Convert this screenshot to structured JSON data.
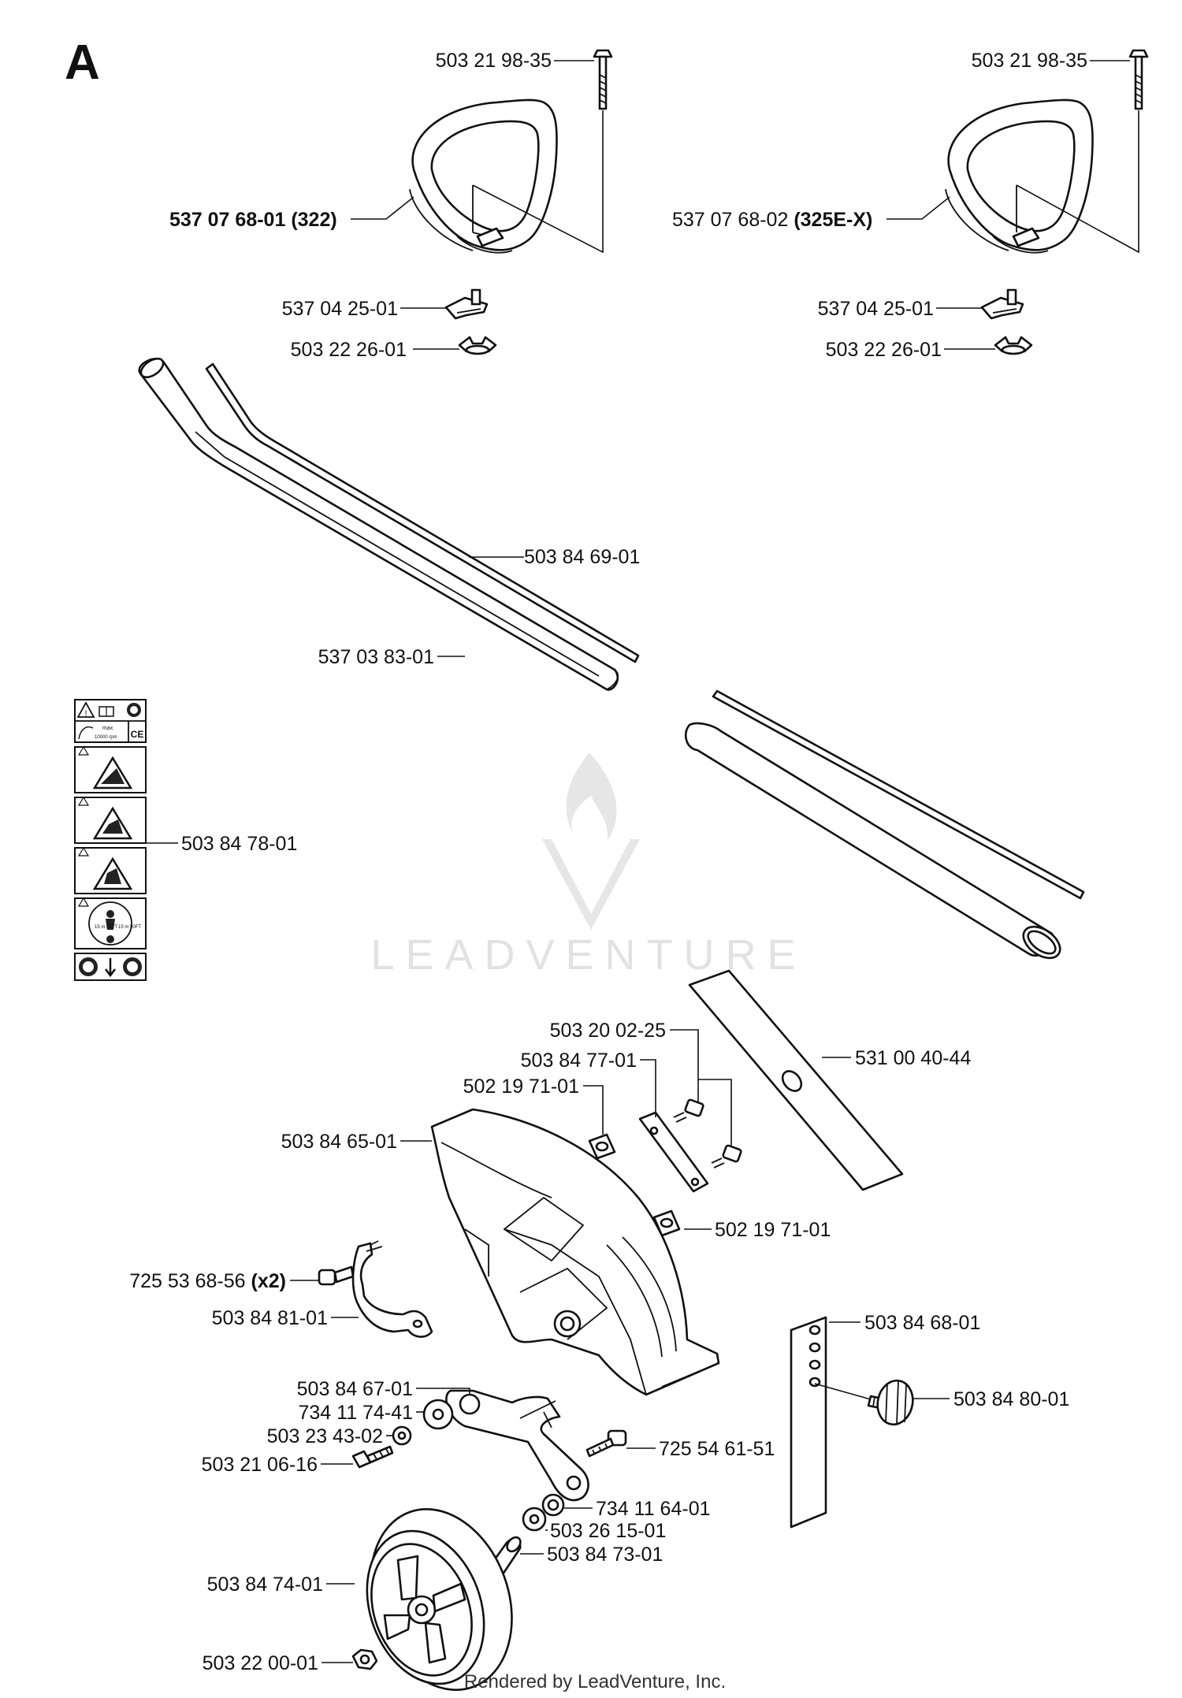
{
  "section": "A",
  "watermark": "LEADVENTURE",
  "footer": "Rendered by LeadVenture, Inc.",
  "labels": {
    "bolt_left": "503 21 98-35",
    "bolt_right": "503 21 98-35",
    "handle_left_part": "537 07 68-01",
    "handle_left_model": "(322)",
    "handle_right_part": "537 07 68-02",
    "handle_right_model": "(325E-X)",
    "bracket_left": "537 04 25-01",
    "bracket_right": "537 04 25-01",
    "wingnut_left": "503 22 26-01",
    "wingnut_right": "503 22 26-01",
    "drive_shaft": "503 84 69-01",
    "tube": "537 03 83-01",
    "decal_sheet": "503 84 78-01",
    "screw_blade": "503 20 02-25",
    "clamp_plate": "503 84 77-01",
    "nut_upper": "502 19 71-01",
    "blade": "531 00 40-44",
    "guard": "503 84 65-01",
    "nut_lower": "502 19 71-01",
    "screw_clamp": "725 53 68-56",
    "screw_clamp_qty": "(x2)",
    "clamp_half": "503 84 81-01",
    "depth_plate": "503 84 68-01",
    "arm": "503 84 67-01",
    "washer_large": "734 11 74-41",
    "washer_small": "503 23 43-02",
    "bolt_arm": "503 21 06-16",
    "knob": "503 84 80-01",
    "screw_arm": "725 54 61-51",
    "bushing": "734 11 64-01",
    "washer_wheel": "503 26 15-01",
    "spacer": "503 84 73-01",
    "wheel": "503 84 74-01",
    "nut_wheel": "503 22 00-01"
  },
  "decal_icons": [
    "warning-icon",
    "manual-icon",
    "helmet-icon",
    "max-rpm-icon",
    "ce-mark-icon",
    "thrown-objects-icon",
    "ricochet-icon",
    "hand-hazard-icon",
    "safety-distance-icon",
    "protective-gear-icon"
  ],
  "decal_text": {
    "max": "max",
    "rpm": "10000 rpm",
    "ce": "CE",
    "dist1": "15 m 50FT",
    "dist2": "15 m 50FT"
  }
}
